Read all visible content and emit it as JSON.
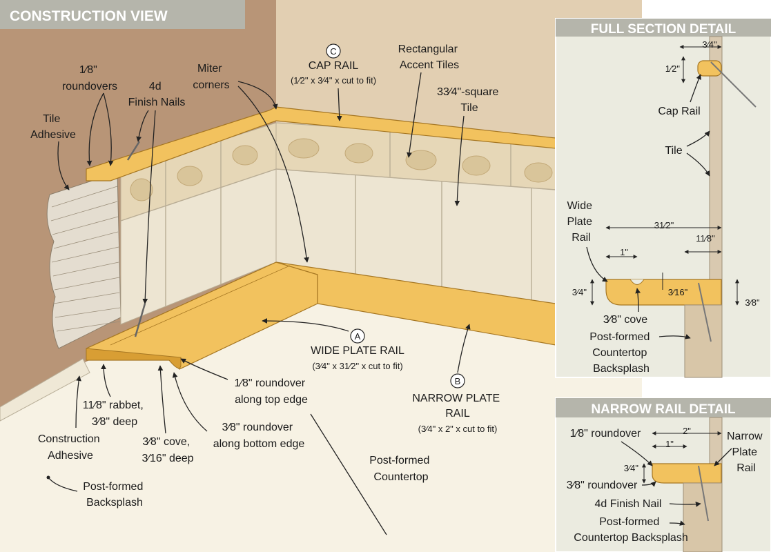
{
  "titles": {
    "construction": "CONSTRUCTION VIEW",
    "full_section": "FULL SECTION DETAIL",
    "narrow_rail": "NARROW RAIL DETAIL"
  },
  "parts": {
    "cap": {
      "letter": "C",
      "name": "CAP RAIL",
      "size": "(1⁄2\" x 3⁄4\" x cut to fit)"
    },
    "wide": {
      "letter": "A",
      "name": "WIDE PLATE RAIL",
      "size": "(3⁄4\" x 31⁄2\" x cut to fit)"
    },
    "narrow": {
      "letter": "B",
      "name_line1": "NARROW PLATE",
      "name_line2": "RAIL",
      "size": "(3⁄4\" x 2\" x cut to fit)"
    }
  },
  "labels": {
    "roundovers": [
      "1⁄8\"",
      "roundovers"
    ],
    "finish_nails": [
      "4d",
      "Finish Nails"
    ],
    "miter": [
      "Miter",
      "corners"
    ],
    "rect_tiles": [
      "Rectangular",
      "Accent Tiles"
    ],
    "square_tile": [
      "33⁄4\"-square",
      "Tile"
    ],
    "tile_adhesive": [
      "Tile",
      "Adhesive"
    ],
    "roundover_top": [
      "1⁄8\" roundover",
      "along top edge"
    ],
    "roundover_bottom": [
      "3⁄8\" roundover",
      "along bottom edge"
    ],
    "rabbet": [
      "11⁄8\" rabbet,",
      "3⁄8\" deep"
    ],
    "cove": [
      "3⁄8\" cove,",
      "3⁄16\" deep"
    ],
    "construction_adhesive": [
      "Construction",
      "Adhesive"
    ],
    "backsplash": [
      "Post-formed",
      "Backsplash"
    ],
    "countertop": [
      "Post-formed",
      "Countertop"
    ]
  },
  "full_section": {
    "dim_cap_w": "3⁄4\"",
    "dim_cap_h": "1⁄2\"",
    "cap_rail": "Cap Rail",
    "tile": "Tile",
    "wide_plate": [
      "Wide",
      "Plate",
      "Rail"
    ],
    "dim_total": "31⁄2\"",
    "dim_one": "1\"",
    "dim_rabbet": "11⁄8\"",
    "dim_thick": "3⁄4\"",
    "dim_cove_depth": "3⁄16\"",
    "dim_rabbet_depth": "3⁄8\"",
    "cove": "3⁄8\" cove",
    "backsplash": [
      "Post-formed",
      "Countertop",
      "Backsplash"
    ]
  },
  "narrow_detail": {
    "dim_two": "2\"",
    "dim_one": "1\"",
    "roundover_small": "1⁄8\" roundover",
    "dim_thick": "3⁄4\"",
    "roundover_large": "3⁄8\" roundover",
    "finish_nail": "4d Finish Nail",
    "narrow_plate": [
      "Narrow",
      "Plate",
      "Rail"
    ],
    "backsplash": [
      "Post-formed",
      "Countertop Backsplash"
    ]
  },
  "colors": {
    "wall_left": "#b89577",
    "wall_back": "#e2cfb2",
    "counter": "#f7f2e4",
    "wood": "#f2c25e",
    "wood_dark": "#d89e34",
    "tile": "#ede5d2",
    "accent_tile": "#e6d7b7",
    "panel": "#ebebe0",
    "title_bar": "#b5b5ab"
  }
}
